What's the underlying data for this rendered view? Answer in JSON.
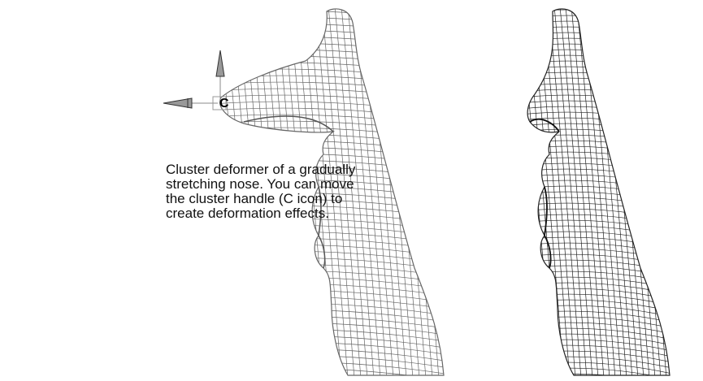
{
  "caption": {
    "lines": [
      "Cluster deformer of a gradually",
      "stretching nose. You can move",
      "the cluster handle (C icon) to",
      "create deformation effects."
    ]
  },
  "handle": {
    "label": "C"
  },
  "figures": {
    "deformed": {
      "mesh_color": "#666666"
    },
    "original": {
      "mesh_color": "#222222"
    }
  }
}
